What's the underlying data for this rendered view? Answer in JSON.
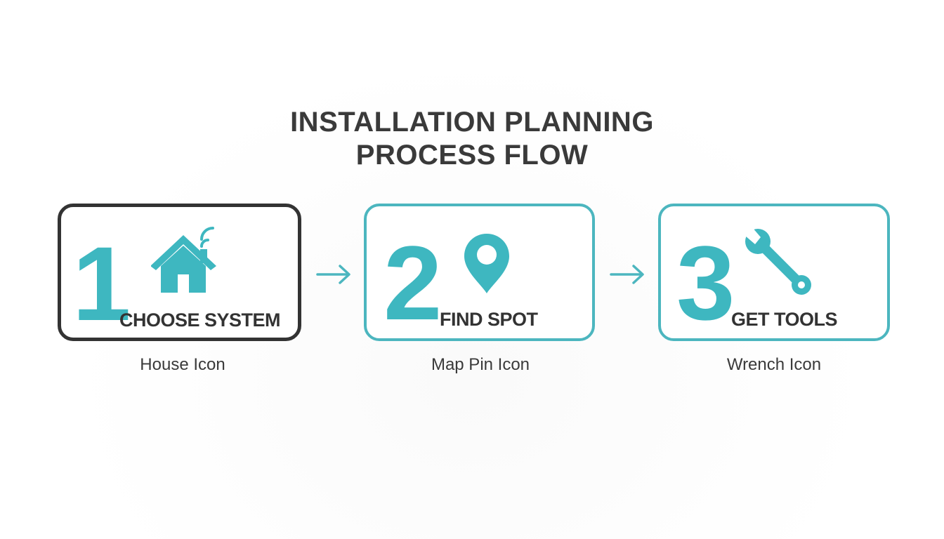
{
  "title": {
    "line1": "INSTALLATION PLANNING",
    "line2": "PROCESS FLOW"
  },
  "colors": {
    "accent": "#3eb7c0",
    "border_active": "#333333",
    "border_default": "#4cb6bf",
    "text": "#333333"
  },
  "steps": [
    {
      "number": "1",
      "label": "CHOOSE SYSTEM",
      "icon": "house-icon",
      "caption": "House Icon"
    },
    {
      "number": "2",
      "label": "FIND SPOT",
      "icon": "map-pin-icon",
      "caption": "Map Pin Icon"
    },
    {
      "number": "3",
      "label": "GET TOOLS",
      "icon": "wrench-icon",
      "caption": "Wrench Icon"
    }
  ],
  "connectors": [
    "arrow-right-icon",
    "arrow-right-icon"
  ]
}
